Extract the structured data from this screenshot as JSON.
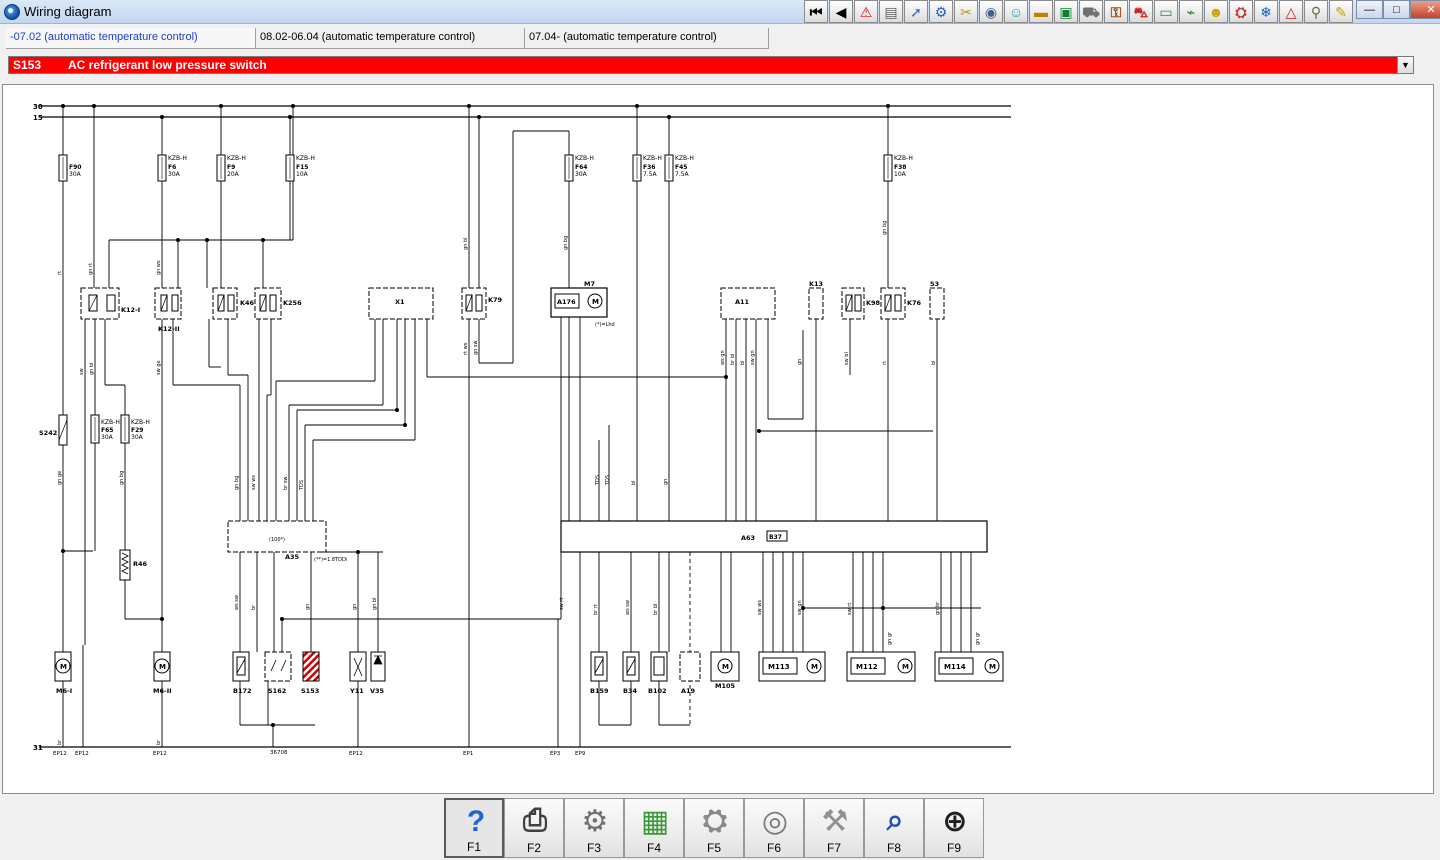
{
  "window": {
    "title": "Wiring diagram"
  },
  "toolbar": [
    {
      "name": "first-icon",
      "glyph": "⏮",
      "color": "#000000"
    },
    {
      "name": "back-icon",
      "glyph": "◀",
      "color": "#000000"
    },
    {
      "name": "warning-icon",
      "glyph": "⚠",
      "color": "#d01010"
    },
    {
      "name": "document-icon",
      "glyph": "▤",
      "color": "#606060"
    },
    {
      "name": "arrow-icon",
      "glyph": "➚",
      "color": "#2a6fd0"
    },
    {
      "name": "gear-blue-icon",
      "glyph": "⚙",
      "color": "#1e5fc8"
    },
    {
      "name": "tools-icon",
      "glyph": "✂",
      "color": "#c09010"
    },
    {
      "name": "wheel-icon",
      "glyph": "◉",
      "color": "#406090"
    },
    {
      "name": "people-icon",
      "glyph": "☺",
      "color": "#20a0c0"
    },
    {
      "name": "battery-icon",
      "glyph": "▬",
      "color": "#c08000"
    },
    {
      "name": "save-icon",
      "glyph": "▣",
      "color": "#108030"
    },
    {
      "name": "road-icon",
      "glyph": "⛟",
      "color": "#707070"
    },
    {
      "name": "key-icon",
      "glyph": "⚿",
      "color": "#a05010"
    },
    {
      "name": "car-icon",
      "glyph": "⛍",
      "color": "#d02020"
    },
    {
      "name": "monitor-icon",
      "glyph": "▭",
      "color": "#209040"
    },
    {
      "name": "circuit-icon",
      "glyph": "⌁",
      "color": "#208030"
    },
    {
      "name": "smiley-icon",
      "glyph": "☻",
      "color": "#d0a000"
    },
    {
      "name": "engine-icon",
      "glyph": "⛭",
      "color": "#c03030"
    },
    {
      "name": "ac-icon",
      "glyph": "❄",
      "color": "#1060c0"
    },
    {
      "name": "abs-icon",
      "glyph": "△",
      "color": "#c02020"
    },
    {
      "name": "scanner-icon",
      "glyph": "⚲",
      "color": "#607030"
    },
    {
      "name": "notes-icon",
      "glyph": "✎",
      "color": "#c0a000"
    }
  ],
  "window_controls": {
    "minimize": "—",
    "maximize": "□",
    "close": "✕"
  },
  "variants": [
    {
      "label": "-07.02 (automatic temperature control)",
      "active": true
    },
    {
      "label": "08.02-06.04 (automatic temperature control)",
      "active": false
    },
    {
      "label": "07.04- (automatic temperature control)",
      "active": false
    }
  ],
  "component": {
    "code": "S153",
    "name": "AC refrigerant low pressure switch",
    "color": "#ff0000"
  },
  "diagram": {
    "rails": {
      "plus30": "30",
      "plus15": "15",
      "ground": "31"
    },
    "fuses": [
      {
        "id": "F90",
        "rating": "30A",
        "tag": ""
      },
      {
        "id": "F6",
        "rating": "30A",
        "tag": "KZB-H"
      },
      {
        "id": "F9",
        "rating": "20A",
        "tag": "KZB-H"
      },
      {
        "id": "F15",
        "rating": "10A",
        "tag": "KZB-H"
      },
      {
        "id": "F64",
        "rating": "30A",
        "tag": "KZB-H"
      },
      {
        "id": "F36",
        "rating": "7.5A",
        "tag": "KZB-H"
      },
      {
        "id": "F45",
        "rating": "7.5A",
        "tag": "KZB-H"
      },
      {
        "id": "F38",
        "rating": "10A",
        "tag": "KZB-H"
      },
      {
        "id": "F65",
        "rating": "30A",
        "tag": "KZB-H"
      },
      {
        "id": "F29",
        "rating": "30A",
        "tag": "KZB-H"
      }
    ],
    "relays": [
      "K12-I",
      "K12-II",
      "K46",
      "K256",
      "K79",
      "K13",
      "K98",
      "K76",
      "S3"
    ],
    "modules": {
      "x1": "X1",
      "a11": "A11",
      "m7": "M7",
      "a176": "A176",
      "a35": "A35",
      "a63": "A63",
      "b37": "B37",
      "m7_note": "(*)=Lhd",
      "a35_note1": "(100*)",
      "a35_note2": "(**)=1.8TDDi"
    },
    "bottom_components": [
      "M6-I",
      "M6-II",
      "B172",
      "S162",
      "S153",
      "Y11",
      "V35",
      "B159",
      "B34",
      "B102",
      "A19",
      "M105",
      "M113",
      "M112",
      "M114"
    ],
    "other_components": [
      "S242",
      "R46"
    ],
    "ground_points": [
      "EP12",
      "EP12",
      "EP12",
      "EP12",
      "EP1",
      "EP3",
      "EP9"
    ],
    "ground_splice": "36708",
    "wire_colors": [
      "rt",
      "gn rt",
      "gn ws",
      "gn bl",
      "sw",
      "gn ge",
      "sw ge",
      "br",
      "gn",
      "bl",
      "sw gn",
      "ws gn",
      "sw rt",
      "br rt",
      "sw bl",
      "gn bg",
      "rt ws",
      "br ws",
      "gn sw",
      "ws sw",
      "br bl",
      "sw ws",
      "br sw",
      "gn gr",
      "bl rt",
      "gn br",
      "ws br",
      "TDS"
    ]
  },
  "fkeys": [
    {
      "label": "F1",
      "icon": "help-icon",
      "glyph": "?",
      "color": "#1e63d8",
      "pressed": true
    },
    {
      "label": "F2",
      "icon": "printer-icon",
      "glyph": "⎙",
      "color": "#404040",
      "pressed": false
    },
    {
      "label": "F3",
      "icon": "ac-system-icon",
      "glyph": "⚙",
      "color": "#707070",
      "pressed": false
    },
    {
      "label": "F4",
      "icon": "circuit-board-icon",
      "glyph": "▦",
      "color": "#3a9a3a",
      "pressed": false
    },
    {
      "label": "F5",
      "icon": "parts-icon",
      "glyph": "⛭",
      "color": "#8a8a8a",
      "pressed": false
    },
    {
      "label": "F6",
      "icon": "gauges-icon",
      "glyph": "◎",
      "color": "#7a7a7a",
      "pressed": false
    },
    {
      "label": "F7",
      "icon": "tools-icon",
      "glyph": "⚒",
      "color": "#909090",
      "pressed": false
    },
    {
      "label": "F8",
      "icon": "search-diagram-icon",
      "glyph": "⌕",
      "color": "#2050c0",
      "pressed": false
    },
    {
      "label": "F9",
      "icon": "zoom-icon",
      "glyph": "⊕",
      "color": "#202020",
      "pressed": false
    }
  ]
}
